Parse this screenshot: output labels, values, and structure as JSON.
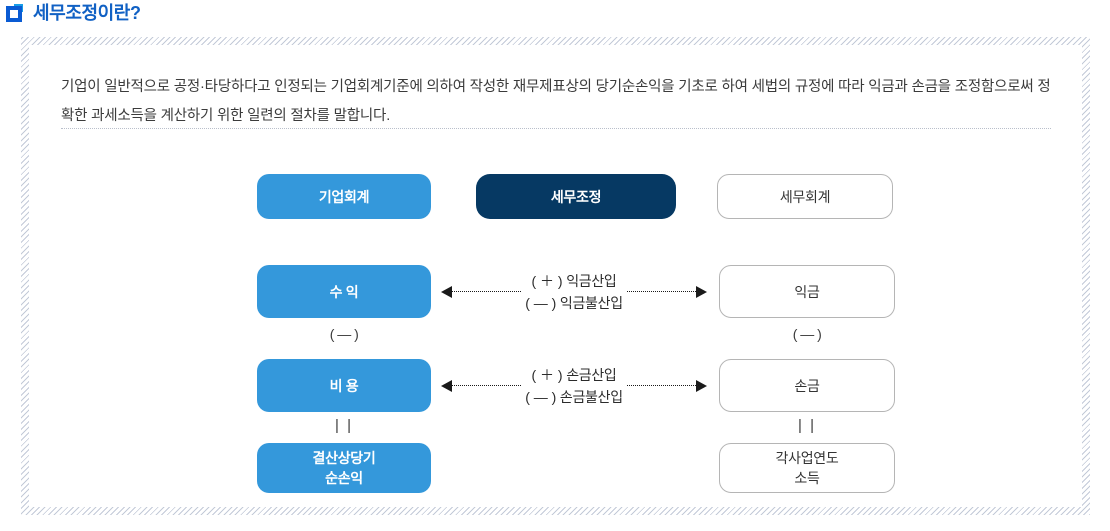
{
  "header": {
    "icon": "square-bullet-icon",
    "title": "세무조정이란?"
  },
  "description": {
    "line1": "기업이 일반적으로 공정·타당하다고 인정되는 기업회계기준에 의하여 작성한 재무제표상의 당기순손익을 기초로 하여 세법의 규정에 따라 익금과 손금을",
    "line2": "조정함으로써 정확한 과세소득을 계산하기 위한 일련의 절차를 말합니다."
  },
  "diagram": {
    "headers": {
      "corporate_accounting": "기업회계",
      "tax_adjustment": "세무조정",
      "tax_accounting": "세무회계"
    },
    "left_column": {
      "revenue": "수 익",
      "expense": "비 용",
      "net_income_line1": "결산상당기",
      "net_income_line2": "순손익"
    },
    "right_column": {
      "gross_income": "익금",
      "deductible_expense": "손금",
      "taxable_income_line1": "각사업연도",
      "taxable_income_line2": "소득"
    },
    "operators": {
      "minus_left": "( — )",
      "minus_right": "( — )",
      "equals_left": "| |",
      "equals_right": "| |"
    },
    "adjustments_income": {
      "plus_sign": "( ＋ )",
      "plus_label": "익금산입",
      "minus_sign": "( — )",
      "minus_label": "익금불산입"
    },
    "adjustments_expense": {
      "plus_sign": "( ＋ )",
      "plus_label": "손금산입",
      "minus_sign": "( — )",
      "minus_label": "손금불산입"
    }
  },
  "colors": {
    "accent_blue": "#3498db",
    "dark_navy": "#063963",
    "title_blue": "#1161c4",
    "outline_gray": "#b5b5b5"
  }
}
